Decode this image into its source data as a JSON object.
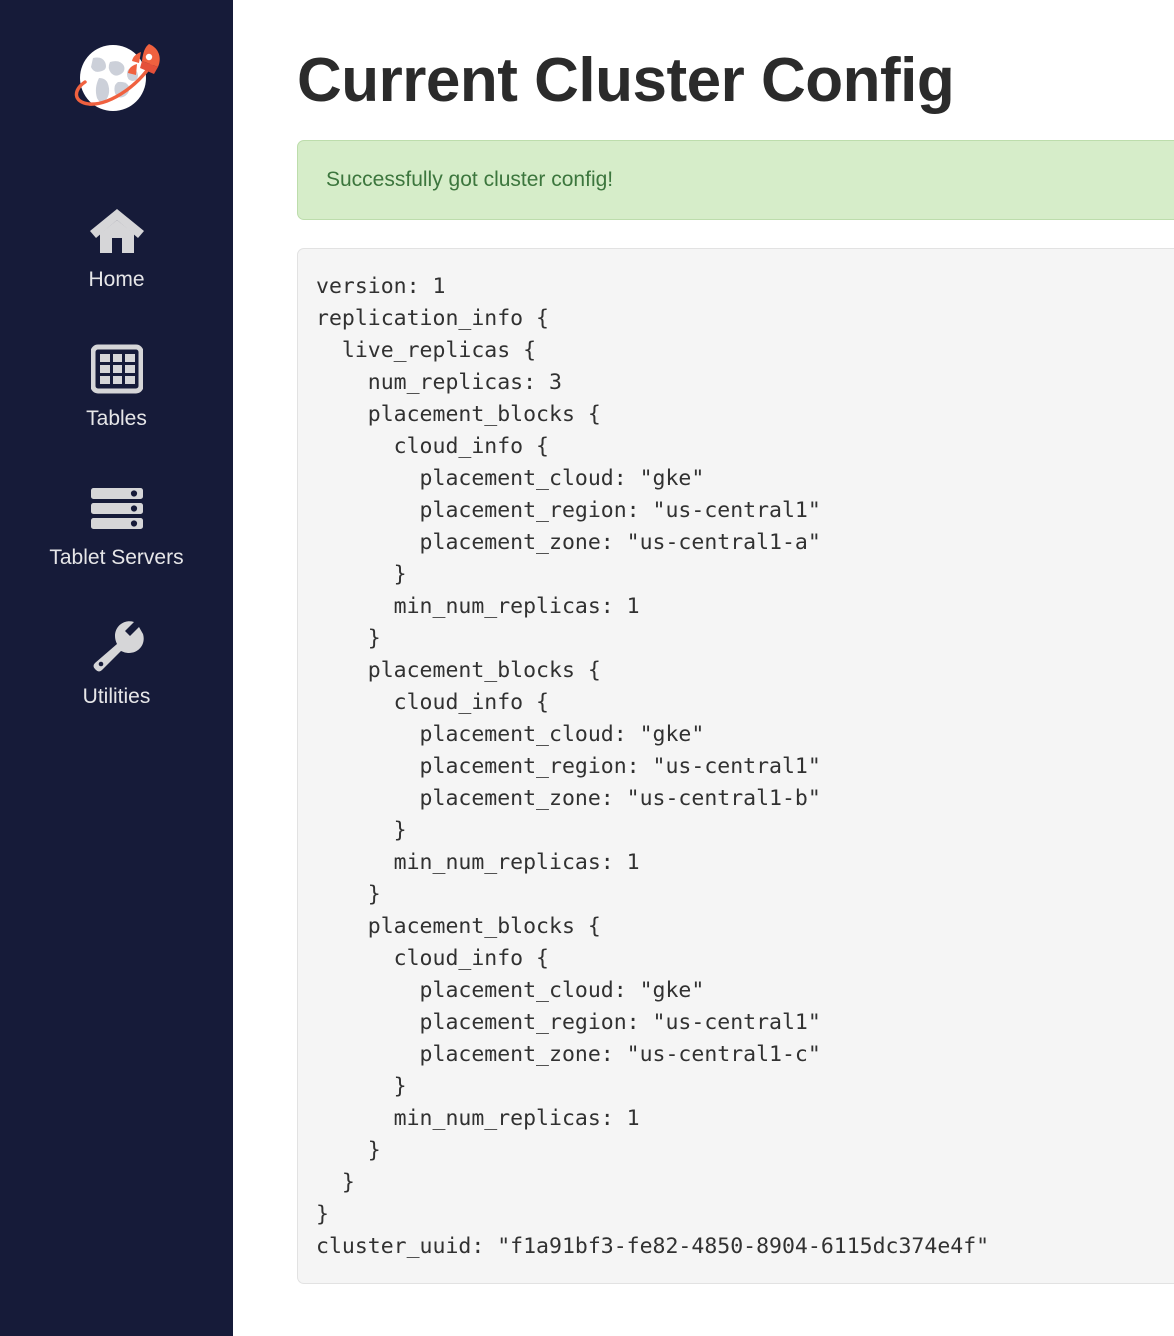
{
  "sidebar": {
    "logo_name": "yugabyte-rocket-globe-logo",
    "background_color": "#161b39",
    "items": [
      {
        "label": "Home",
        "icon": "home-icon"
      },
      {
        "label": "Tables",
        "icon": "table-grid-icon"
      },
      {
        "label": "Tablet Servers",
        "icon": "server-rack-icon"
      },
      {
        "label": "Utilities",
        "icon": "wrench-icon"
      }
    ]
  },
  "main": {
    "title": "Current Cluster Config",
    "alert": {
      "message": "Successfully got cluster config!",
      "type": "success",
      "background_color": "#d6edc9",
      "text_color": "#3c763d"
    },
    "config": {
      "version": 1,
      "cluster_uuid": "f1a91bf3-fe82-4850-8904-6115dc374e4f",
      "num_replicas": 3,
      "placement_blocks": [
        {
          "placement_cloud": "gke",
          "placement_region": "us-central1",
          "placement_zone": "us-central1-a",
          "min_num_replicas": 1
        },
        {
          "placement_cloud": "gke",
          "placement_region": "us-central1",
          "placement_zone": "us-central1-b",
          "min_num_replicas": 1
        },
        {
          "placement_cloud": "gke",
          "placement_region": "us-central1",
          "placement_zone": "us-central1-c",
          "min_num_replicas": 1
        }
      ],
      "text": "version: 1\nreplication_info {\n  live_replicas {\n    num_replicas: 3\n    placement_blocks {\n      cloud_info {\n        placement_cloud: \"gke\"\n        placement_region: \"us-central1\"\n        placement_zone: \"us-central1-a\"\n      }\n      min_num_replicas: 1\n    }\n    placement_blocks {\n      cloud_info {\n        placement_cloud: \"gke\"\n        placement_region: \"us-central1\"\n        placement_zone: \"us-central1-b\"\n      }\n      min_num_replicas: 1\n    }\n    placement_blocks {\n      cloud_info {\n        placement_cloud: \"gke\"\n        placement_region: \"us-central1\"\n        placement_zone: \"us-central1-c\"\n      }\n      min_num_replicas: 1\n    }\n  }\n}\ncluster_uuid: \"f1a91bf3-fe82-4850-8904-6115dc374e4f\""
    }
  }
}
